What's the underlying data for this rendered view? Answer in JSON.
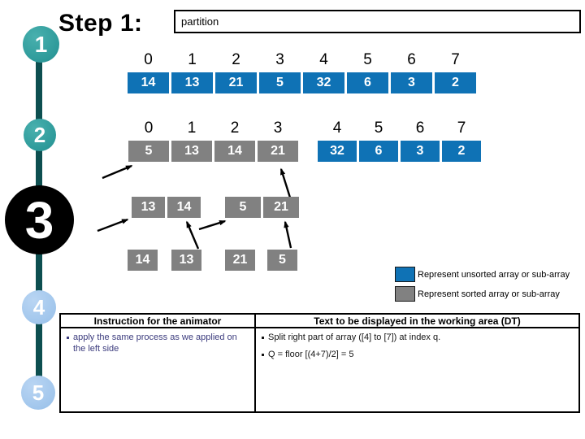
{
  "slide": {
    "step_label": "Step 1:",
    "operation_box": "partition"
  },
  "step_rail": {
    "steps": [
      "1",
      "2",
      "3",
      "4",
      "5"
    ]
  },
  "colors": {
    "unsorted_blue": "#0f72b5",
    "sorted_gray": "#818181",
    "rail_teal_dark": "#0d4f50",
    "circle_teal": "#2d9a9a",
    "circle_black": "#000000",
    "circle_lightblue": "#a1c6ec"
  },
  "array_rows": {
    "row1": {
      "indices": [
        "0",
        "1",
        "2",
        "3",
        "4",
        "5",
        "6",
        "7"
      ],
      "values": [
        "14",
        "13",
        "21",
        "5",
        "32",
        "6",
        "3",
        "2"
      ],
      "state": "unsorted"
    },
    "row2": {
      "left": {
        "indices": [
          "0",
          "1",
          "2",
          "3"
        ],
        "values": [
          "5",
          "13",
          "14",
          "21"
        ],
        "state": "sorted"
      },
      "right": {
        "indices": [
          "4",
          "5",
          "6",
          "7"
        ],
        "values": [
          "32",
          "6",
          "3",
          "2"
        ],
        "state": "unsorted"
      }
    },
    "row3": {
      "left_pair": [
        "13",
        "14"
      ],
      "right_pair": [
        "5",
        "21"
      ],
      "state": "sorted"
    },
    "row4": {
      "values": [
        "14",
        "13",
        "21",
        "5"
      ],
      "state": "sorted"
    }
  },
  "legend": {
    "unsorted_label": "Represent unsorted array or sub-array",
    "sorted_label": "Represent sorted array or sub-array"
  },
  "table": {
    "header_left": "Instruction for the animator",
    "header_right": "Text to be displayed in the working area (DT)",
    "animator_instructions": [
      "apply the same process as we applied on the left side"
    ],
    "display_text": [
      "Split right part of array ([4] to [7]) at index q.",
      "Q = floor [(4+7)/2] = 5"
    ]
  }
}
